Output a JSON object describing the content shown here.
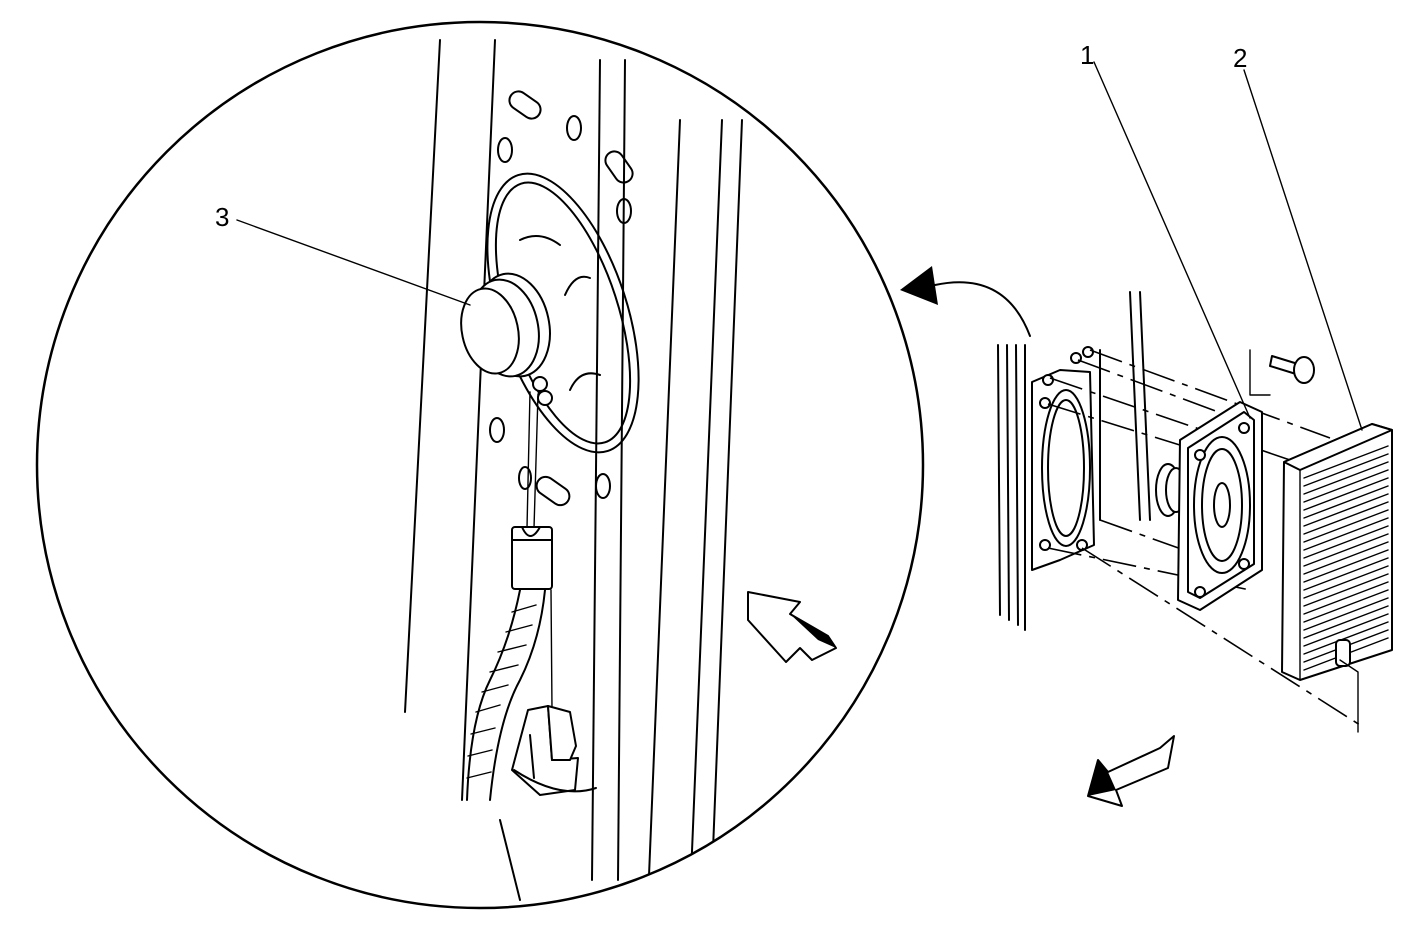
{
  "callouts": [
    {
      "id": "1",
      "label": "1"
    },
    {
      "id": "2",
      "label": "2"
    },
    {
      "id": "3",
      "label": "3"
    }
  ],
  "parts": {
    "1": "speaker",
    "2": "speaker-grille",
    "3": "tweeter"
  },
  "colors": {
    "ink": "#000000",
    "paper": "#ffffff"
  }
}
